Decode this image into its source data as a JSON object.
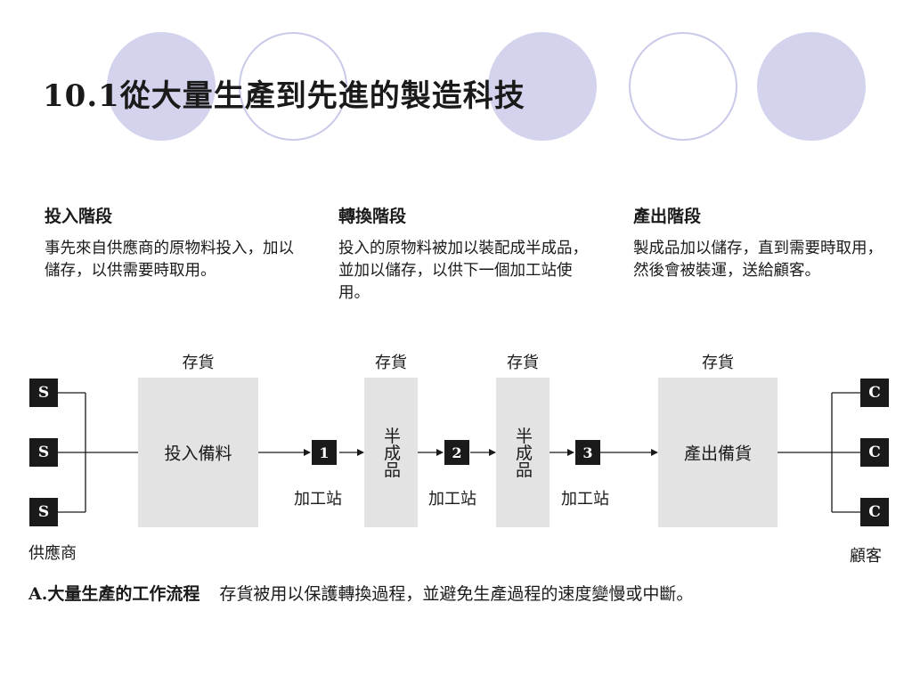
{
  "slide": {
    "title": "10.1從大量生產到先進的製造科技"
  },
  "stages": [
    {
      "heading": "投入階段",
      "desc": "事先來自供應商的原物料投入，加以儲存，以供需要時取用。"
    },
    {
      "heading": "轉換階段",
      "desc": "投入的原物料被加以裝配成半成品，並加以儲存，以供下一個加工站使用。"
    },
    {
      "heading": "產出階段",
      "desc": "製成品加以儲存，直到需要時取用，然後會被裝運，送給顧客。"
    }
  ],
  "flow": {
    "inventory_label": "存貨",
    "supplier_code": "S",
    "customer_code": "C",
    "supplier_label": "供應商",
    "customer_label": "顧客",
    "input_box": "投入備料",
    "semi_box": "半成品",
    "output_box": "產出備貨",
    "station_label": "加工站",
    "station_numbers": [
      "1",
      "2",
      "3"
    ]
  },
  "caption": {
    "bold": "A.大量生產的工作流程",
    "text": "存貨被用以保護轉換過程，並避免生產過程的速度變慢或中斷。"
  },
  "colors": {
    "decor_circle": "#d3d3ee",
    "inventory_box": "#e3e3e3",
    "marker": "#1a1a1a"
  }
}
